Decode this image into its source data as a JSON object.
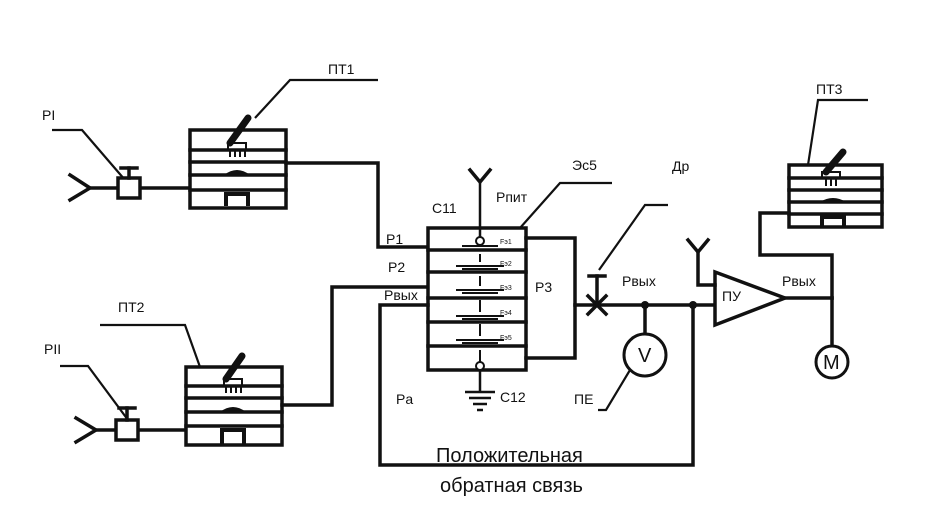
{
  "labels": {
    "pi": "PI",
    "pii": "PII",
    "pt1": "ПТ1",
    "pt2": "ПТ2",
    "pt3": "ПТ3",
    "p1": "P1",
    "p2": "P2",
    "pvyh_left": "Pвых",
    "p3": "P3",
    "pa": "Pa",
    "c11": "C11",
    "c12": "C12",
    "ppit": "Pпит",
    "es5": "Эс5",
    "dr": "Др",
    "pvyh_mid": "Pвых",
    "pu": "ПУ",
    "pvyh_right": "Pвых",
    "pe": "ПЕ",
    "v": "V",
    "m": "M",
    "fe1": "Fэ1",
    "fe2": "Fэ2",
    "fe3": "Fэ3",
    "fe4": "Fэ4",
    "fe5": "Fэ5"
  },
  "caption": {
    "line1": "Положительная",
    "line2": "обратная связь"
  }
}
